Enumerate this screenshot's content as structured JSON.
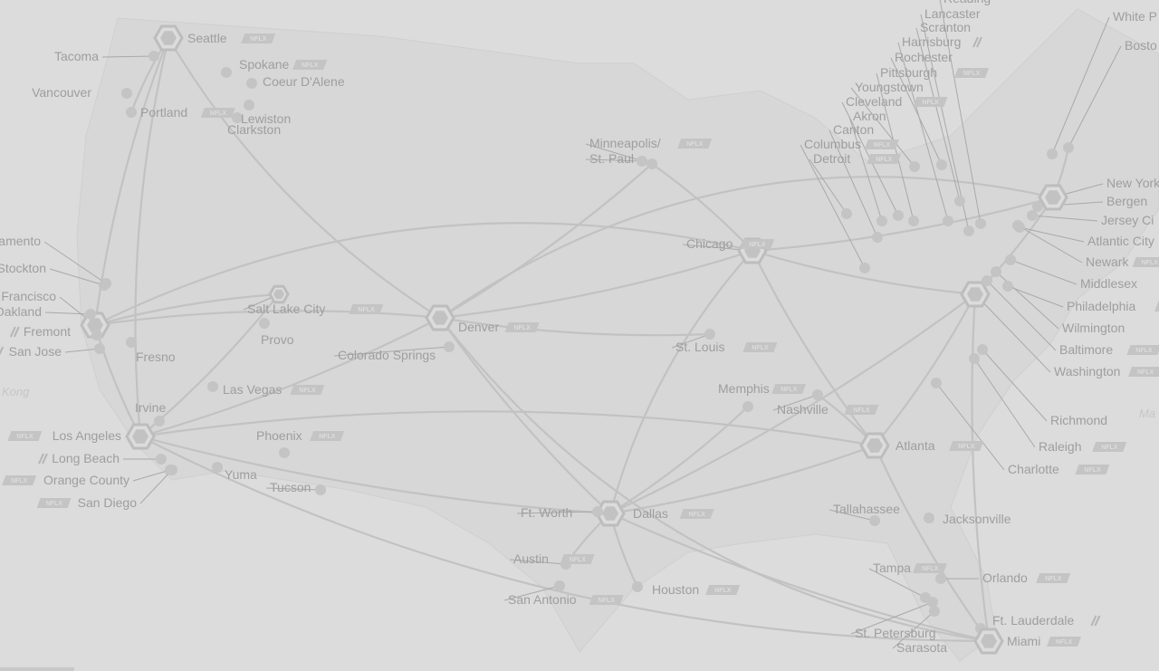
{
  "theme": {
    "background": "#dcdcdc",
    "label": "#9e9e9e",
    "route": "#c2c2c2",
    "hub_stroke": "#bdbdbd",
    "node": "#c4c4c4"
  },
  "badge_text": "NFLX",
  "water_labels": [
    "Kong",
    "Ma"
  ],
  "cities": [
    {
      "id": "seattle",
      "label": "Seattle",
      "hub": true,
      "badge": true
    },
    {
      "id": "tacoma",
      "label": "Tacoma"
    },
    {
      "id": "spokane",
      "label": "Spokane",
      "badge": true
    },
    {
      "id": "coeur-dalene",
      "label": "Coeur D'Alene"
    },
    {
      "id": "vancouver",
      "label": "Vancouver"
    },
    {
      "id": "portland",
      "label": "Portland",
      "badge": true
    },
    {
      "id": "lewiston",
      "label": "Lewiston"
    },
    {
      "id": "clarkston",
      "label": "Clarkston"
    },
    {
      "id": "sacramento",
      "label": "ramento"
    },
    {
      "id": "stockton",
      "label": "Stockton"
    },
    {
      "id": "san-francisco",
      "label": "Francisco",
      "hub": true
    },
    {
      "id": "oakland",
      "label": "Oakland"
    },
    {
      "id": "fremont",
      "label": "Fremont",
      "slash": true
    },
    {
      "id": "san-jose",
      "label": "San Jose",
      "slash": true
    },
    {
      "id": "fresno",
      "label": "Fresno"
    },
    {
      "id": "salt-lake-city",
      "label": "Salt Lake City",
      "hub_small": true,
      "badge": true
    },
    {
      "id": "provo",
      "label": "Provo"
    },
    {
      "id": "las-vegas",
      "label": "Las Vegas",
      "badge": true
    },
    {
      "id": "irvine",
      "label": "Irvine"
    },
    {
      "id": "los-angeles",
      "label": "Los Angeles",
      "hub": true,
      "badge": true
    },
    {
      "id": "long-beach",
      "label": "Long Beach",
      "slash": true
    },
    {
      "id": "orange-county",
      "label": "Orange County",
      "badge": true
    },
    {
      "id": "san-diego",
      "label": "San Diego",
      "badge": true
    },
    {
      "id": "phoenix",
      "label": "Phoenix",
      "badge": true
    },
    {
      "id": "yuma",
      "label": "Yuma"
    },
    {
      "id": "tucson",
      "label": "Tucson"
    },
    {
      "id": "denver",
      "label": "Denver",
      "hub": true,
      "badge": true
    },
    {
      "id": "colorado-springs",
      "label": "Colorado Springs"
    },
    {
      "id": "minneapolis",
      "label": "Minneapolis/",
      "badge": true
    },
    {
      "id": "st-paul",
      "label": "St. Paul"
    },
    {
      "id": "chicago",
      "label": "Chicago",
      "hub": true,
      "badge": true
    },
    {
      "id": "st-louis",
      "label": "St. Louis",
      "badge": true
    },
    {
      "id": "memphis",
      "label": "Memphis",
      "badge": true
    },
    {
      "id": "nashville",
      "label": "Nashville",
      "badge": true
    },
    {
      "id": "dallas",
      "label": "Dallas",
      "hub": true,
      "badge": true
    },
    {
      "id": "ft-worth",
      "label": "Ft. Worth"
    },
    {
      "id": "austin",
      "label": "Austin",
      "badge": true
    },
    {
      "id": "san-antonio",
      "label": "San Antonio",
      "badge": true
    },
    {
      "id": "houston",
      "label": "Houston",
      "badge": true
    },
    {
      "id": "atlanta",
      "label": "Atlanta",
      "hub": true,
      "badge": true
    },
    {
      "id": "tallahassee",
      "label": "Tallahassee"
    },
    {
      "id": "jacksonville",
      "label": "Jacksonville"
    },
    {
      "id": "tampa",
      "label": "Tampa",
      "badge": true
    },
    {
      "id": "orlando",
      "label": "Orlando",
      "badge": true
    },
    {
      "id": "st-petersburg",
      "label": "St. Petersburg"
    },
    {
      "id": "sarasota",
      "label": "Sarasota"
    },
    {
      "id": "ft-lauderdale",
      "label": "Ft. Lauderdale",
      "slash": true
    },
    {
      "id": "miami",
      "label": "Miami",
      "hub": true,
      "badge": true
    },
    {
      "id": "charlotte",
      "label": "Charlotte",
      "badge": true
    },
    {
      "id": "raleigh",
      "label": "Raleigh",
      "badge": true
    },
    {
      "id": "richmond",
      "label": "Richmond"
    },
    {
      "id": "washington",
      "label": "Washington",
      "hub": true,
      "badge": true
    },
    {
      "id": "baltimore",
      "label": "Baltimore",
      "badge": true
    },
    {
      "id": "wilmington",
      "label": "Wilmington"
    },
    {
      "id": "philadelphia",
      "label": "Philadelphia",
      "badge": true
    },
    {
      "id": "middlesex",
      "label": "Middlesex"
    },
    {
      "id": "newark",
      "label": "Newark",
      "badge": true
    },
    {
      "id": "atlantic-city",
      "label": "Atlantic City"
    },
    {
      "id": "jersey-city",
      "label": "Jersey Ci"
    },
    {
      "id": "bergen",
      "label": "Bergen"
    },
    {
      "id": "new-york",
      "label": "New York",
      "hub": true
    },
    {
      "id": "boston",
      "label": "Bosto"
    },
    {
      "id": "white-plains",
      "label": "White P"
    },
    {
      "id": "reading",
      "label": "Reading"
    },
    {
      "id": "lancaster",
      "label": "Lancaster"
    },
    {
      "id": "scranton",
      "label": "Scranton"
    },
    {
      "id": "harrisburg",
      "label": "Harrisburg",
      "slash": true
    },
    {
      "id": "rochester",
      "label": "Rochester"
    },
    {
      "id": "pittsburgh",
      "label": "Pittsburgh",
      "badge": true
    },
    {
      "id": "youngstown",
      "label": "Youngstown"
    },
    {
      "id": "cleveland",
      "label": "Cleveland",
      "badge": true
    },
    {
      "id": "akron",
      "label": "Akron"
    },
    {
      "id": "canton",
      "label": "Canton"
    },
    {
      "id": "columbus",
      "label": "Columbus",
      "badge": true
    },
    {
      "id": "detroit",
      "label": "Detroit",
      "badge": true
    }
  ],
  "routes": [
    [
      "seattle",
      "denver"
    ],
    [
      "seattle",
      "los-angeles"
    ],
    [
      "seattle",
      "san-francisco"
    ],
    [
      "seattle",
      "portland"
    ],
    [
      "san-francisco",
      "denver"
    ],
    [
      "san-francisco",
      "chicago"
    ],
    [
      "san-francisco",
      "salt-lake-city"
    ],
    [
      "san-francisco",
      "los-angeles"
    ],
    [
      "los-angeles",
      "denver"
    ],
    [
      "los-angeles",
      "dallas"
    ],
    [
      "los-angeles",
      "atlanta"
    ],
    [
      "los-angeles",
      "miami"
    ],
    [
      "los-angeles",
      "salt-lake-city"
    ],
    [
      "denver",
      "chicago"
    ],
    [
      "denver",
      "dallas"
    ],
    [
      "denver",
      "new-york"
    ],
    [
      "denver",
      "st-louis"
    ],
    [
      "denver",
      "minneapolis"
    ],
    [
      "denver",
      "miami"
    ],
    [
      "chicago",
      "new-york"
    ],
    [
      "chicago",
      "dallas"
    ],
    [
      "chicago",
      "atlanta"
    ],
    [
      "chicago",
      "washington"
    ],
    [
      "chicago",
      "minneapolis"
    ],
    [
      "dallas",
      "atlanta"
    ],
    [
      "dallas",
      "miami"
    ],
    [
      "dallas",
      "houston"
    ],
    [
      "dallas",
      "austin"
    ],
    [
      "dallas",
      "washington"
    ],
    [
      "dallas",
      "memphis"
    ],
    [
      "atlanta",
      "washington"
    ],
    [
      "atlanta",
      "miami"
    ],
    [
      "atlanta",
      "nashville"
    ],
    [
      "washington",
      "new-york"
    ],
    [
      "washington",
      "miami"
    ],
    [
      "new-york",
      "boston"
    ]
  ]
}
